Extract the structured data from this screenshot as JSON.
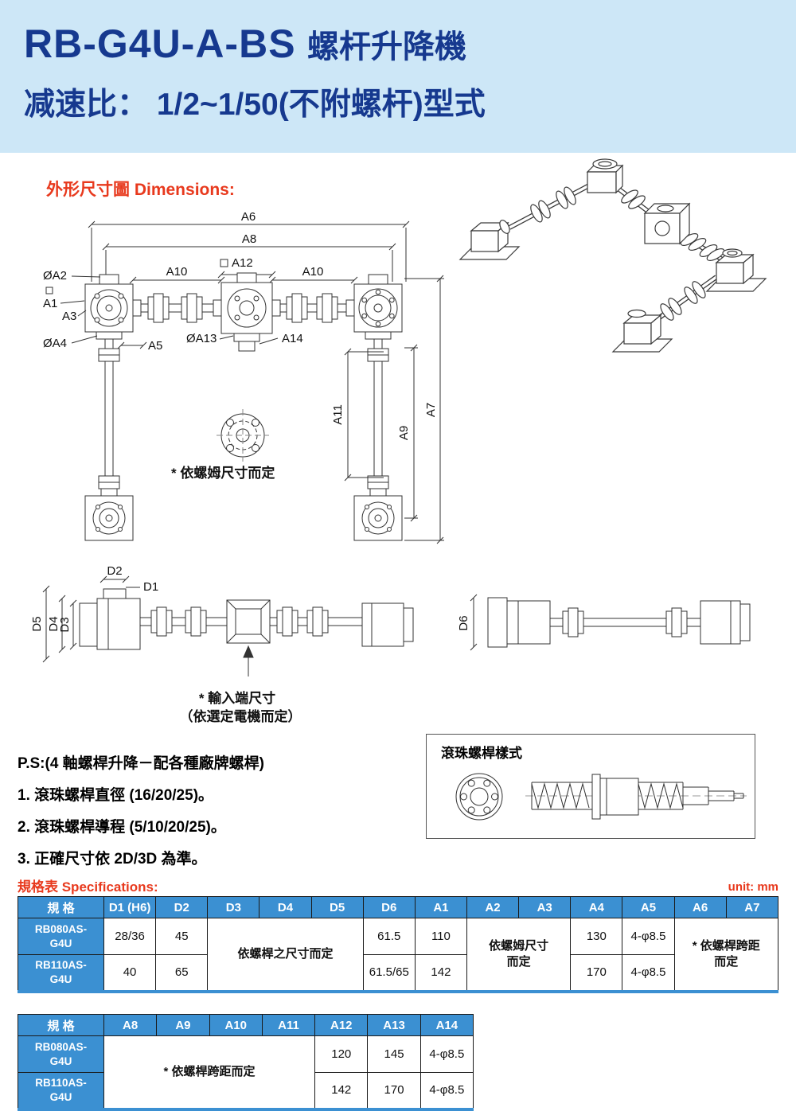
{
  "header": {
    "model": "RB-G4U-A-BS",
    "product": "螺杆升降機",
    "subtitle": "减速比： 1/2~1/50(不附螺杆)型式"
  },
  "dimensions": {
    "section_label": "外形尺寸圖 Dimensions:",
    "labels": {
      "A1": "A1",
      "A2": "ØA2",
      "A3": "A3",
      "A4": "ØA4",
      "A5": "A5",
      "A6": "A6",
      "A7": "A7",
      "A8": "A8",
      "A9": "A9",
      "A10L": "A10",
      "A10R": "A10",
      "A11": "A11",
      "A12": "A12",
      "A13": "ØA13",
      "A14": "A14",
      "D1": "D1",
      "D2": "D2",
      "D3": "D3",
      "D4": "D4",
      "D5": "D5",
      "D6": "D6"
    },
    "note_nut": "* 依螺姆尺寸而定",
    "note_input_1": "* 輸入端尺寸",
    "note_input_2": "（依選定電機而定）"
  },
  "ballscrew": {
    "title": "滾珠螺桿樣式"
  },
  "ps": {
    "heading": "P.S:(4 軸螺桿升降－配各種廠牌螺桿)",
    "item1": "1. 滾珠螺桿直徑 (16/20/25)。",
    "item2": "2. 滾珠螺桿導程 (5/10/20/25)。",
    "item3": "3. 正確尺寸依 2D/3D 為準。"
  },
  "specs": {
    "label": "規格表 Specifications:",
    "unit": "unit: mm",
    "table1": {
      "headers": [
        "規 格",
        "D1 (H6)",
        "D2",
        "D3",
        "D4",
        "D5",
        "D6",
        "A1",
        "A2",
        "A3",
        "A4",
        "A5",
        "A6",
        "A7"
      ],
      "row1": {
        "model": "RB080AS-\nG4U",
        "d1": "28/36",
        "d2": "45",
        "d3d5": "依螺桿之尺寸而定",
        "d6": "61.5",
        "a1": "110",
        "a2a3": "依螺姆尺寸\n而定",
        "a4": "130",
        "a5": "4-φ8.5",
        "a6a7": "* 依螺桿跨距\n而定"
      },
      "row2": {
        "model": "RB110AS-\nG4U",
        "d1": "40",
        "d2": "65",
        "d6": "61.5/65",
        "a1": "142",
        "a4": "170",
        "a5": "4-φ8.5"
      }
    },
    "table2": {
      "headers": [
        "規 格",
        "A8",
        "A9",
        "A10",
        "A11",
        "A12",
        "A13",
        "A14"
      ],
      "row1": {
        "model": "RB080AS-\nG4U",
        "a8a11": "* 依螺桿跨距而定",
        "a12": "120",
        "a13": "145",
        "a14": "4-φ8.5"
      },
      "row2": {
        "model": "RB110AS-\nG4U",
        "a12": "142",
        "a13": "170",
        "a14": "4-φ8.5"
      }
    }
  }
}
